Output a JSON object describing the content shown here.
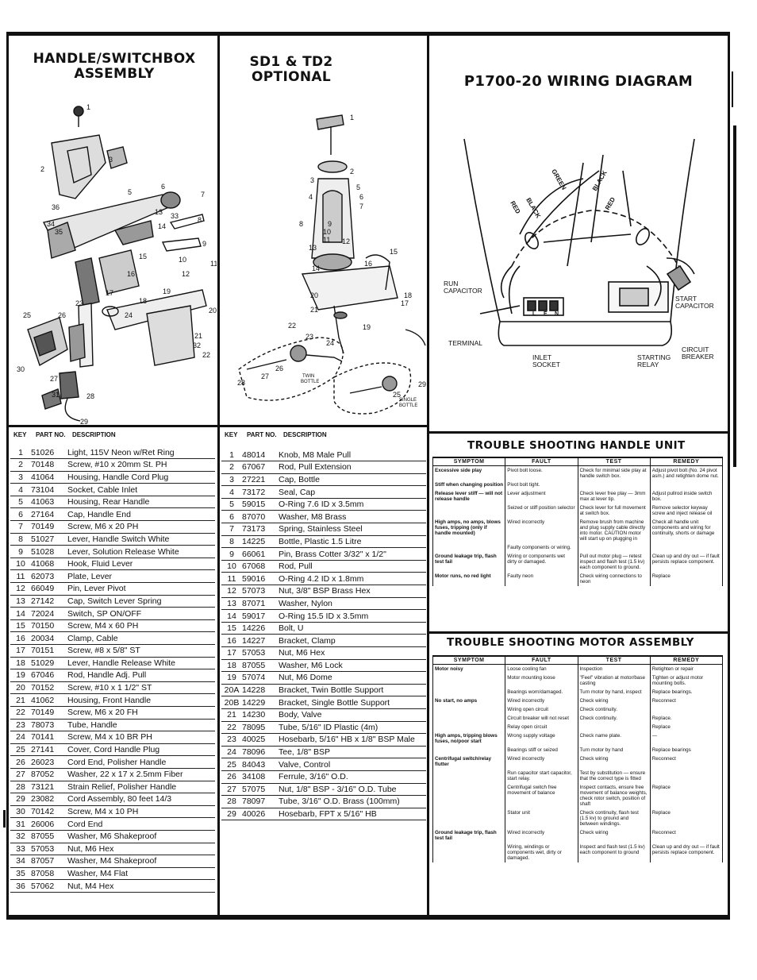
{
  "sections": {
    "handle": {
      "title_line1": "HANDLE/SWITCHBOX",
      "title_line2": "ASSEMBLY"
    },
    "sd1": {
      "title_line1": "SD1 & TD2",
      "title_line2": "OPTIONAL"
    },
    "wiring": {
      "title": "P1700-20 WIRING DIAGRAM"
    }
  },
  "parts_header": {
    "key": "KEY",
    "part_no": "PART NO.",
    "description": "DESCRIPTION"
  },
  "handle_parts": [
    [
      "1",
      "51026",
      "Light, 115V Neon w/Ret Ring"
    ],
    [
      "2",
      "70148",
      "Screw, #10 x 20mm St. PH"
    ],
    [
      "3",
      "41064",
      "Housing, Handle Cord Plug"
    ],
    [
      "4",
      "73104",
      "Socket, Cable Inlet"
    ],
    [
      "5",
      "41063",
      "Housing, Rear Handle"
    ],
    [
      "6",
      "27164",
      "Cap, Handle End"
    ],
    [
      "7",
      "70149",
      "Screw, M6 x 20 PH"
    ],
    [
      "8",
      "51027",
      "Lever, Handle Switch White"
    ],
    [
      "9",
      "51028",
      "Lever, Solution Release White"
    ],
    [
      "10",
      "41068",
      "Hook, Fluid Lever"
    ],
    [
      "11",
      "62073",
      "Plate, Lever"
    ],
    [
      "12",
      "66049",
      "Pin, Lever Pivot"
    ],
    [
      "13",
      "27142",
      "Cap, Switch Lever Spring"
    ],
    [
      "14",
      "72024",
      "Switch, SP ON/OFF"
    ],
    [
      "15",
      "70150",
      "Screw, M4 x 60 PH"
    ],
    [
      "16",
      "20034",
      "Clamp, Cable"
    ],
    [
      "17",
      "70151",
      "Screw, #8 x 5/8\" ST"
    ],
    [
      "18",
      "51029",
      "Lever, Handle Release White"
    ],
    [
      "19",
      "67046",
      "Rod, Handle Adj. Pull"
    ],
    [
      "20",
      "70152",
      "Screw, #10 x 1 1/2\" ST"
    ],
    [
      "21",
      "41062",
      "Housing, Front Handle"
    ],
    [
      "22",
      "70149",
      "Screw, M6 x 20 FH"
    ],
    [
      "23",
      "78073",
      "Tube, Handle"
    ],
    [
      "24",
      "70141",
      "Screw, M4 x 10 BR PH"
    ],
    [
      "25",
      "27141",
      "Cover, Cord Handle Plug"
    ],
    [
      "26",
      "26023",
      "Cord End, Polisher Handle"
    ],
    [
      "27",
      "87052",
      "Washer, 22 x 17 x 2.5mm Fiber"
    ],
    [
      "28",
      "73121",
      "Strain Relief, Polisher Handle"
    ],
    [
      "29",
      "23082",
      "Cord Assembly, 80 feet 14/3"
    ],
    [
      "30",
      "70142",
      "Screw, M4 x 10 PH"
    ],
    [
      "31",
      "26006",
      "Cord End"
    ],
    [
      "32",
      "87055",
      "Washer, M6 Shakeproof"
    ],
    [
      "33",
      "57053",
      "Nut, M6 Hex"
    ],
    [
      "34",
      "87057",
      "Washer, M4 Shakeproof"
    ],
    [
      "35",
      "87058",
      "Washer, M4 Flat"
    ],
    [
      "36",
      "57062",
      "Nut, M4 Hex"
    ]
  ],
  "sd1_parts": [
    [
      "1",
      "48014",
      "Knob, M8 Male Pull"
    ],
    [
      "2",
      "67067",
      "Rod, Pull Extension"
    ],
    [
      "3",
      "27221",
      "Cap, Bottle"
    ],
    [
      "4",
      "73172",
      "Seal, Cap"
    ],
    [
      "5",
      "59015",
      "O-Ring 7.6 ID x 3.5mm"
    ],
    [
      "6",
      "87070",
      "Washer, M8 Brass"
    ],
    [
      "7",
      "73173",
      "Spring, Stainless Steel"
    ],
    [
      "8",
      "14225",
      "Bottle, Plastic 1.5 Litre"
    ],
    [
      "9",
      "66061",
      "Pin, Brass Cotter 3/32\" x 1/2\""
    ],
    [
      "10",
      "67068",
      "Rod, Pull"
    ],
    [
      "11",
      "59016",
      "O-Ring 4.2 ID x 1.8mm"
    ],
    [
      "12",
      "57073",
      "Nut, 3/8\" BSP Brass Hex"
    ],
    [
      "13",
      "87071",
      "Washer, Nylon"
    ],
    [
      "14",
      "59017",
      "O-Ring 15.5 ID x 3.5mm"
    ],
    [
      "15",
      "14226",
      "Bolt, U"
    ],
    [
      "16",
      "14227",
      "Bracket, Clamp"
    ],
    [
      "17",
      "57053",
      "Nut, M6 Hex"
    ],
    [
      "18",
      "87055",
      "Washer, M6 Lock"
    ],
    [
      "19",
      "57074",
      "Nut, M6 Dome"
    ],
    [
      "20A",
      "14228",
      "Bracket, Twin Bottle Support"
    ],
    [
      "20B",
      "14229",
      "Bracket, Single Bottle Support"
    ],
    [
      "21",
      "14230",
      "Body, Valve"
    ],
    [
      "22",
      "78095",
      "Tube, 5/16\" ID Plastic (4m)"
    ],
    [
      "23",
      "40025",
      "Hosebarb, 5/16\" HB x 1/8\" BSP Male"
    ],
    [
      "24",
      "78096",
      "Tee, 1/8\" BSP"
    ],
    [
      "25",
      "84043",
      "Valve, Control"
    ],
    [
      "26",
      "34108",
      "Ferrule, 3/16\" O.D."
    ],
    [
      "27",
      "57075",
      "Nut, 1/8\" BSP - 3/16\" O.D. Tube"
    ],
    [
      "28",
      "78097",
      "Tube, 3/16\" O.D. Brass (100mm)"
    ],
    [
      "29",
      "40026",
      "Hosebarb, FPT x 5/16\" HB"
    ]
  ],
  "wiring_labels": {
    "run_capacitor": "RUN\nCAPACITOR",
    "start_capacitor": "START\nCAPACITOR",
    "terminal": "TERMINAL",
    "circuit_breaker": "CIRCUIT\nBREAKER",
    "inlet_socket": "INLET\nSOCKET",
    "starting_relay": "STARTING\nRELAY",
    "red_1": "RED",
    "black_1": "BLACK",
    "green": "GREEN",
    "black_2": "BLACK",
    "red_2": "RED",
    "l": "L",
    "e": "E",
    "n": "N"
  },
  "ts_headers": {
    "symptom": "SYMPTOM",
    "fault": "FAULT",
    "test": "TEST",
    "remedy": "REMEDY"
  },
  "ts_handle": {
    "title": "TROUBLE SHOOTING HANDLE UNIT",
    "rows": [
      [
        "Excessive side play",
        "Pivot bolt loose.",
        "Check for minimal side play at handle switch box.",
        "Adjust pivot bolt (No. 24 pivot asm.) and retighten dome nut."
      ],
      [
        "Stiff when changing position",
        "Pivot bolt tight.",
        "",
        ""
      ],
      [
        "Release lever stiff — will not release handle",
        "Lever adjustment",
        "Check lever free play — 3mm max at lever tip.",
        "Adjust pullrod inside switch box."
      ],
      [
        "",
        "Seized or stiff position selector",
        "Check lever for full movement at switch box.",
        "Remove selector keyway screw and inject release oil"
      ],
      [
        "High amps, no amps, blows fuses, tripping (only if handle mounted)",
        "Wired incorrectly",
        "Remove brush from machine and plug supply cable directly into motor. CAUTION motor will start up on plugging in",
        "Check all handle unit components and wiring for continuity, shorts or damage"
      ],
      [
        "",
        "Faulty components or wiring.",
        "",
        ""
      ],
      [
        "Ground leakage trip, flash test fail",
        "Wiring or components wet dirty or damaged.",
        "Pull out motor plug — retest inspect and flash test (1.5 kv) each component to ground.",
        "Clean up and dry out — if fault persists replace component."
      ],
      [
        "Motor runs, no red light",
        "Faulty neon",
        "Check wiring connections to neon",
        "Replace"
      ]
    ]
  },
  "ts_motor": {
    "title": "TROUBLE SHOOTING MOTOR ASSEMBLY",
    "rows": [
      [
        "Motor noisy",
        "Loose cooling fan",
        "Inspection",
        "Retighten or repair"
      ],
      [
        "",
        "Motor mounting loose",
        "\"Feel\" vibration at motor/base casting",
        "Tighten or adjust motor mounting bolts."
      ],
      [
        "",
        "Bearings worn/damaged.",
        "Turn motor by hand, inspect",
        "Replace bearings."
      ],
      [
        "No start, no amps",
        "Wired incorrectly",
        "Check wiring",
        "Reconnect"
      ],
      [
        "",
        "Wiring open circuit",
        "Check continuity.",
        ""
      ],
      [
        "",
        "Circuit breaker will not reset",
        "Check continuity.",
        "Replace."
      ],
      [
        "",
        "Relay open circuit",
        "",
        "Replace"
      ],
      [
        "High amps, tripping blows fuses, no/poor start",
        "Wrong supply voltage",
        "Check name plate.",
        "—"
      ],
      [
        "",
        "Bearings stiff or seized",
        "Turn motor by hand",
        "Replace bearings"
      ],
      [
        "Centrifugal switch/relay flutter",
        "Wired incorrectly",
        "Check wiring",
        "Reconnect"
      ],
      [
        "",
        "Run capacitor start capacitor, start relay.",
        "Test by substitution — ensure that the correct type is fitted",
        ""
      ],
      [
        "",
        "Centrifugal switch free movement of balance",
        "Inspect contacts, ensure free movement of balance weights, check rotor switch, position of shaft",
        "Replace"
      ],
      [
        "",
        "Stator unit",
        "Check continuity, flash test (1.5 kv) to ground and between windings.",
        "Replace"
      ],
      [
        "Ground leakage trip, flash test fail",
        "Wired incorrectly",
        "Check wiring",
        "Reconnect"
      ],
      [
        "",
        "Wiring, windings or components wet, dirty or damaged.",
        "Inspect and flash test (1.5 kv) each component to ground",
        "Clean up and dry out — if fault persists replace component."
      ]
    ]
  }
}
